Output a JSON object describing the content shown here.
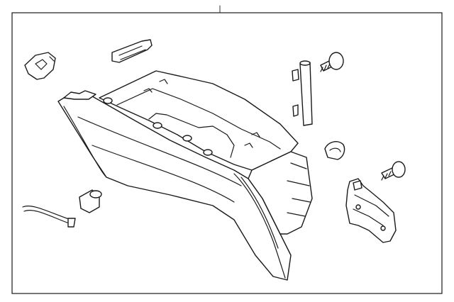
{
  "diagram": {
    "background": "#ffffff",
    "line_color": "#1a1a1a",
    "parts": [
      "glove-box",
      "stop-bracket",
      "bumper-pad",
      "damper-rod",
      "cable",
      "stopper",
      "striker",
      "screw",
      "latch-bolt",
      "rubber-stop",
      "hinge-bracket",
      "retainer-clip",
      "stop-pad"
    ]
  }
}
